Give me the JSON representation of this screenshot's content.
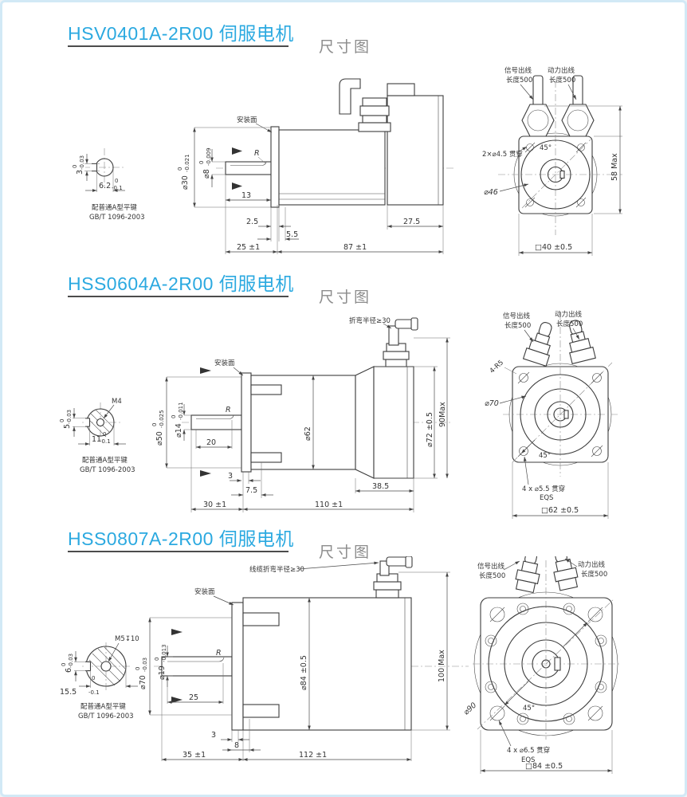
{
  "page": {
    "accent_color": "#2ba9e0",
    "frame_color": "#d2e9f6",
    "caption": "尺寸图"
  },
  "sections": [
    {
      "title": "HSV0401A-2R00 伺服电机",
      "caption": "尺寸图",
      "detail": {
        "width": "3",
        "width_tol_top": "0",
        "width_tol_bot": "-0.03",
        "length": "6.2",
        "len_tol_top": "0",
        "len_tol_bot": "-0.1",
        "note1": "配普通A型平键",
        "note2": "GB/T 1096-2003"
      },
      "side": {
        "mount": "安装面",
        "r": "R",
        "dia1": "⌀30",
        "dia1_tol_top": "0",
        "dia1_tol_bot": "-0.021",
        "dia2": "⌀8",
        "dia2_tol_top": "0",
        "dia2_tol_bot": "-0.009",
        "d_key": "13",
        "d_step": "2.5",
        "d_flange": "5.5",
        "d_shaft": "25 ±1",
        "d_body": "87 ±1",
        "d_rear": "27.5"
      },
      "front": {
        "signal1": "信号出线",
        "signal2": "长度500",
        "power1": "动力出线",
        "power2": "长度500",
        "holes": "2×⌀4.5 贯穿",
        "angle": "45°",
        "dia": "⌀46",
        "height": "58 Max",
        "square": "□40 ±0.5"
      }
    },
    {
      "title": "HSS0604A-2R00 伺服电机",
      "caption": "尺寸图",
      "detail": {
        "thread": "M4",
        "width": "5",
        "width_tol_top": "0",
        "width_tol_bot": "-0.03",
        "length": "11",
        "len_tol_top": "0",
        "len_tol_bot": "-0.1",
        "note1": "配普通A型平键",
        "note2": "GB/T 1096-2003"
      },
      "side": {
        "mount": "安装面",
        "bend": "折弯半径≥30",
        "r": "R",
        "dia1": "⌀50",
        "dia1_tol_top": "0",
        "dia1_tol_bot": "-0.025",
        "dia2": "⌀14",
        "dia2_tol_top": "0",
        "dia2_tol_bot": "-0.011",
        "d_key": "20",
        "d_step": "3",
        "d_flange": "7.5",
        "d_shaft": "30 ±1",
        "d_body": "110 ±1",
        "d_rear": "38.5",
        "dia_body": "⌀62",
        "dia_out": "⌀72 ±0.5",
        "height": "90Max"
      },
      "front": {
        "signal1": "信号出线",
        "signal2": "长度500",
        "power1": "动力出线",
        "power2": "长度500",
        "corner": "4-R5",
        "dia": "⌀70",
        "angle": "45°",
        "holes": "4 x ⌀5.5 贯穿",
        "eqs": "EQS",
        "square": "□62 ±0.5"
      }
    },
    {
      "title": "HSS0807A-2R00 伺服电机",
      "caption": "尺寸图",
      "detail": {
        "thread": "M5↧10",
        "width": "6",
        "width_tol_top": "0",
        "width_tol_bot": "-0.03",
        "length": "15.5",
        "len_tol_top": "0",
        "len_tol_bot": "-0.1",
        "note1": "配普通A型平键",
        "note2": "GB/T 1096-2003"
      },
      "side": {
        "mount": "安装面",
        "bend": "线缆折弯半径≥30",
        "r": "R",
        "dia1": "⌀70",
        "dia1_tol_top": "0",
        "dia1_tol_bot": "-0.03",
        "dia2": "⌀19",
        "dia2_tol_top": "0",
        "dia2_tol_bot": "-0.013",
        "d_key": "25",
        "d_step": "3",
        "d_flange": "8",
        "d_shaft": "35 ±1",
        "d_body": "112 ±1",
        "dia_out": "⌀84 ±0.5",
        "height": "100 Max"
      },
      "front": {
        "signal1": "信号出线",
        "signal2": "长度500",
        "power1": "动力出线",
        "power2": "长度500",
        "dia": "⌀90",
        "angle": "45°",
        "holes": "4 x ⌀6.5 贯穿",
        "eqs": "EQS",
        "square": "□84 ±0.5"
      }
    }
  ]
}
